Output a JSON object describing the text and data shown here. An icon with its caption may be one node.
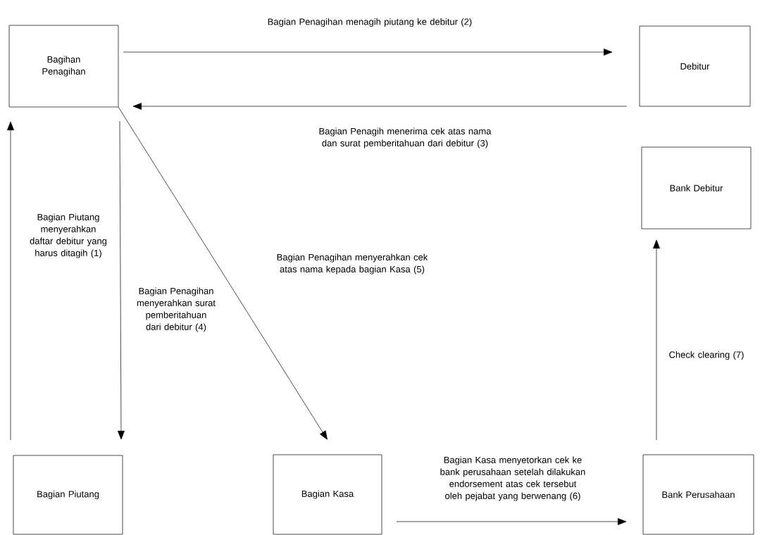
{
  "diagram": {
    "nodes": [
      {
        "text": [
          "Bagihan Penagihan"
        ]
      },
      {
        "text": [
          "Debitur"
        ]
      },
      {
        "text": [
          "Bank Debitur"
        ]
      },
      {
        "text": [
          "Bagian Piutang"
        ]
      },
      {
        "text": [
          "Bagian Kasa"
        ]
      },
      {
        "text": [
          "Bank Perusahaan"
        ]
      }
    ],
    "edges": [
      {
        "from": 0,
        "to": 1,
        "arrow": "to",
        "label": "Bagian Penagihan menagih piutang ke debitur (2)"
      },
      {
        "from": 1,
        "to": 0,
        "arrow": "to",
        "label": "Bagian Penagih menerima cek atas nama dan surat pemberitahuan dari debitur (3)"
      },
      {
        "from": 3,
        "to": 0,
        "arrow": "to",
        "label": "Bagian Piutang menyerahkan daftar debitur yang harus ditagih (1)"
      },
      {
        "from": 0,
        "to": 3,
        "arrow": "to",
        "label": "Bagian Penagihan menyerahkan surat pemberitahuan dari debitur (4)"
      },
      {
        "from": 0,
        "to": 4,
        "arrow": "to",
        "label": "Bagian Penagihan menyerahkan cek atas nama kepada bagian Kasa (5)"
      },
      {
        "from": 4,
        "to": 5,
        "arrow": "to",
        "label": "Bagian Kasa menyetorkan cek ke bank perusahaan setelah dilakukan endorsement atas cek tersebut oleh pejabat yang berwenang (6)"
      },
      {
        "from": 5,
        "to": 2,
        "arrow": "to",
        "label": "Check clearing (7)"
      }
    ]
  }
}
